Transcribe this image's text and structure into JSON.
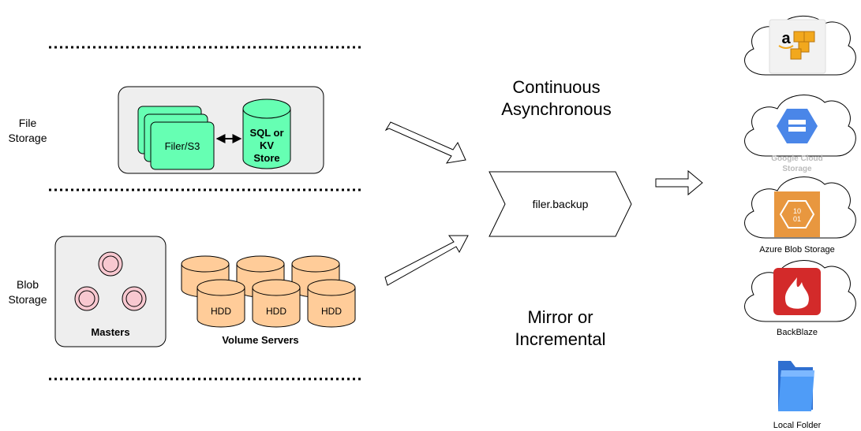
{
  "labels": {
    "file_storage_line1": "File",
    "file_storage_line2": "Storage",
    "blob_storage_line1": "Blob",
    "blob_storage_line2": "Storage",
    "filer_s3": "Filer/S3",
    "sql_line1": "SQL or",
    "sql_line2": "KV",
    "sql_line3": "Store",
    "masters": "Masters",
    "hdd": "HDD",
    "volume_servers": "Volume Servers",
    "continuous_line1": "Continuous",
    "continuous_line2": "Asynchronous",
    "filer_backup": "filer.backup",
    "mirror_line1": "Mirror or",
    "mirror_line2": "Incremental"
  },
  "destinations": {
    "amazon_letter": "a",
    "google_line1": "Google Cloud",
    "google_line2": "Storage",
    "azure": "Azure Blob Storage",
    "azure_line1": "10",
    "azure_line2": "01",
    "backblaze": "BackBlaze",
    "local": "Local Folder"
  },
  "colors": {
    "filer_green": "#66ffb3",
    "hdd_orange": "#ffcc99",
    "master_pink": "#f8c8d0",
    "group_gray": "#eeeeee",
    "google_blue": "#4a86e8",
    "azure_orange": "#e8973f",
    "backblaze_red": "#d32a2a",
    "amazon_orange": "#f2a81d",
    "folder_blue": "#3f8ef2"
  }
}
